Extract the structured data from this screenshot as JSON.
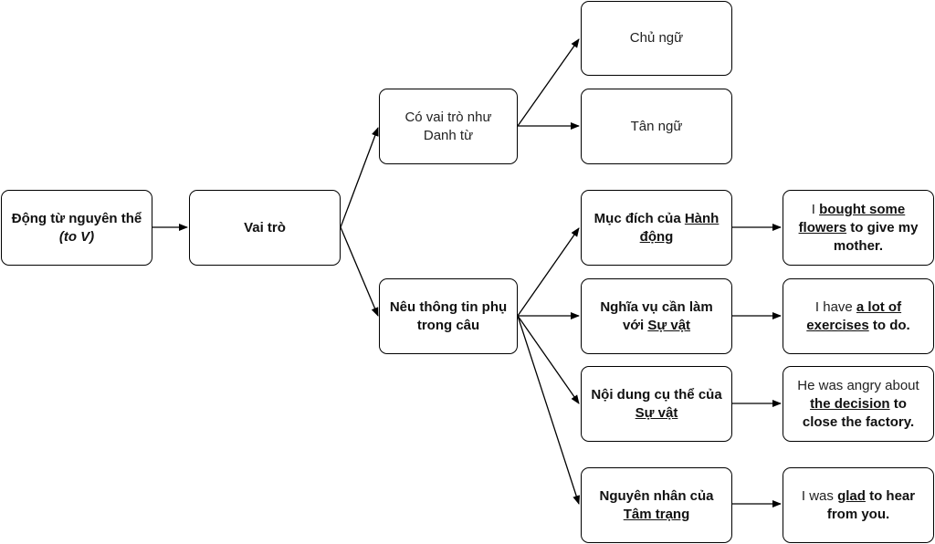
{
  "root": {
    "line1": "Động từ nguyên thể",
    "line2": "(to V)"
  },
  "role": {
    "label": "Vai trò"
  },
  "noun_role": {
    "line1": "Có vai trò như",
    "line2": "Danh từ"
  },
  "subject": {
    "label": "Chủ ngữ"
  },
  "object": {
    "label": "Tân ngữ"
  },
  "extra_info": {
    "line1": "Nêu thông tin phụ",
    "line2": "trong câu"
  },
  "purpose": {
    "pre": "Mục đích của ",
    "u1": "Hành",
    "u2": "động"
  },
  "obligation": {
    "line1": "Nghĩa vụ cần làm",
    "pre": "với ",
    "u": "Sự vật"
  },
  "content": {
    "line1": "Nội dung cụ thể của",
    "u": "Sự vật"
  },
  "cause": {
    "line1": "Nguyên nhân của",
    "u": "Tâm trạng"
  },
  "ex_purpose": {
    "p1": "I ",
    "u1": "bought some",
    "u2": "flowers",
    "p2": " to give my",
    "p3": "mother."
  },
  "ex_obligation": {
    "p1": "I have ",
    "u1": "a lot of",
    "u2": "exercises",
    "p2": " to do."
  },
  "ex_content": {
    "p1": "He was angry about",
    "u1": "the decision",
    "p2": " to",
    "p3": "close the factory."
  },
  "ex_cause": {
    "p1": "I was ",
    "u1": "glad",
    "p2": " to hear",
    "p3": "from you."
  }
}
